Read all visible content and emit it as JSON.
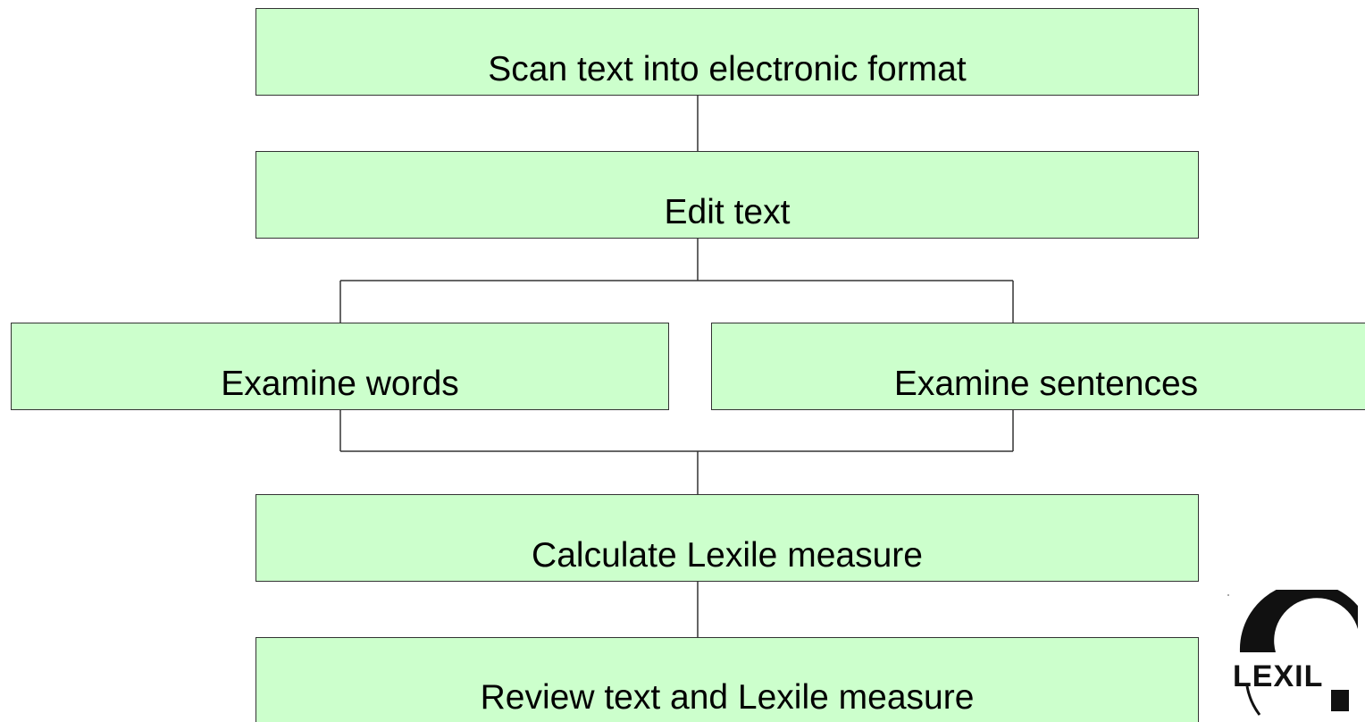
{
  "diagram": {
    "steps": [
      {
        "id": "scan",
        "label": "Scan text into electronic format"
      },
      {
        "id": "edit",
        "label": "Edit text"
      },
      {
        "id": "words",
        "label": "Examine words"
      },
      {
        "id": "sentences",
        "label": "Examine sentences"
      },
      {
        "id": "calculate",
        "label": "Calculate Lexile measure"
      },
      {
        "id": "review",
        "label": "Review text and Lexile measure"
      }
    ],
    "edges": [
      {
        "from": "scan",
        "to": "edit"
      },
      {
        "from": "edit",
        "to": "words"
      },
      {
        "from": "edit",
        "to": "sentences"
      },
      {
        "from": "words",
        "to": "calculate"
      },
      {
        "from": "sentences",
        "to": "calculate"
      },
      {
        "from": "calculate",
        "to": "review"
      }
    ],
    "colors": {
      "box_fill": "#ccffcc",
      "box_border": "#333333",
      "line": "#333333",
      "logo": "#111111"
    }
  },
  "logo": {
    "text": "LEXILE",
    "icon": "lexile-logo-icon"
  }
}
